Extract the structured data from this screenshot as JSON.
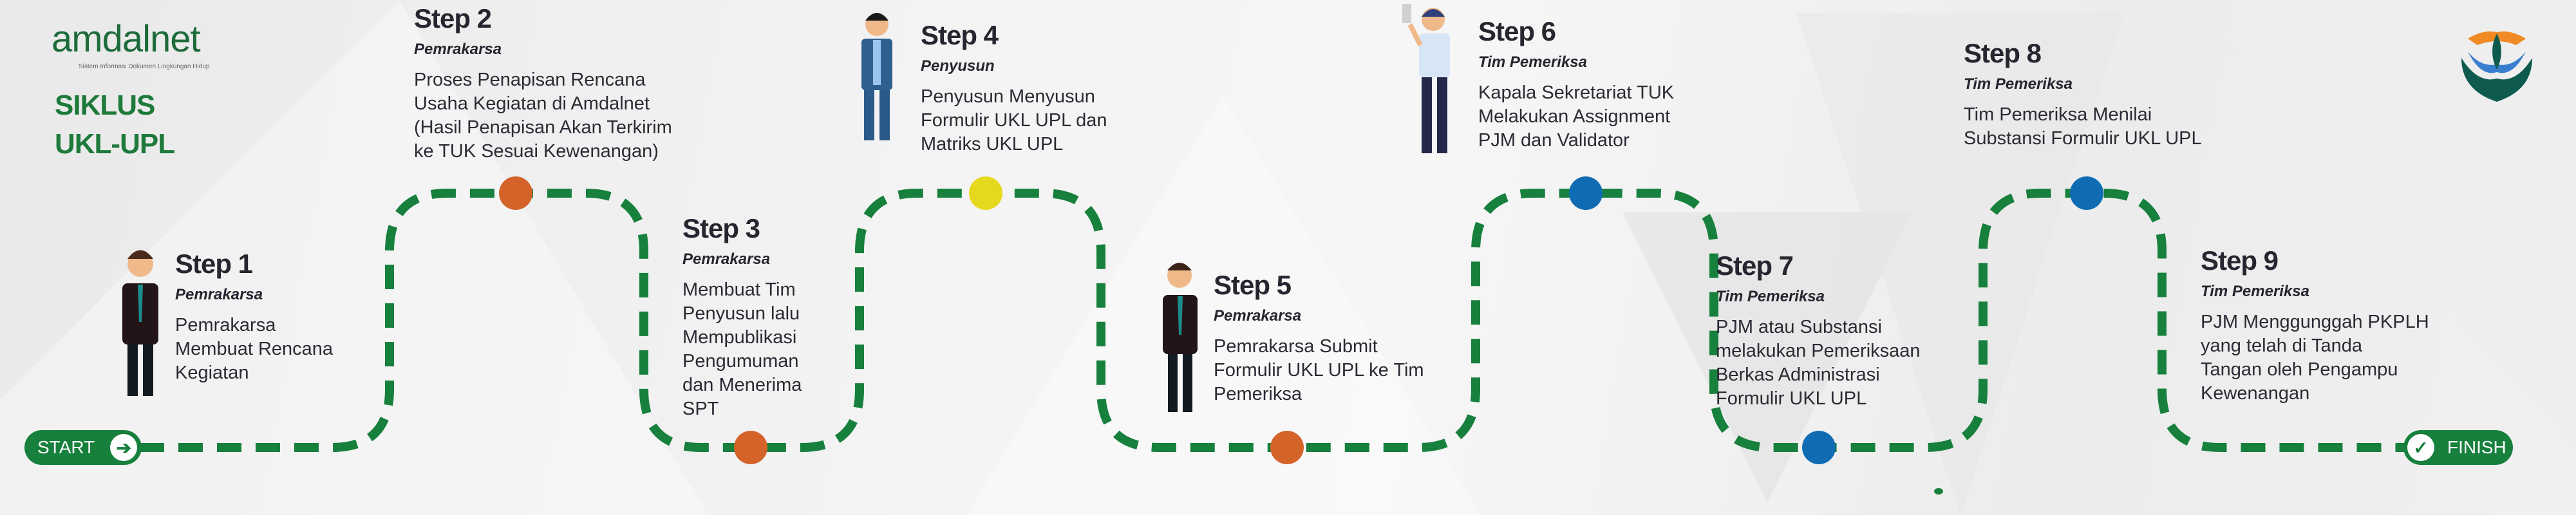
{
  "header": {
    "logo_text": "amdalnet",
    "logo_tagline": "Sistem Informasi Dokumen Lingkungan Hidup",
    "title_line1": "SIKLUS",
    "title_line2": "UKL-UPL"
  },
  "start_label": "START",
  "finish_label": "FINISH",
  "colors": {
    "path": "#16803c",
    "orange": "#d4632a",
    "yellow": "#e6d81c",
    "blue": "#0f6cb3"
  },
  "steps": [
    {
      "title": "Step 1",
      "role": "Pemrakarsa",
      "desc": "Pemrakarsa\nMembuat Rencana\nKegiatan"
    },
    {
      "title": "Step 2",
      "role": "Pemrakarsa",
      "desc": "Proses Penapisan Rencana\nUsaha Kegiatan di Amdalnet\n(Hasil Penapisan Akan Terkirim\nke TUK Sesuai Kewenangan)"
    },
    {
      "title": "Step 3",
      "role": "Pemrakarsa",
      "desc": "Membuat Tim\nPenyusun lalu\nMempublikasi\nPengumuman\ndan Menerima\nSPT"
    },
    {
      "title": "Step 4",
      "role": "Penyusun",
      "desc": "Penyusun Menyusun\nFormulir UKL UPL dan\nMatriks UKL UPL"
    },
    {
      "title": "Step 5",
      "role": "Pemrakarsa",
      "desc": "Pemrakarsa Submit\nFormulir UKL UPL ke Tim\nPemeriksa"
    },
    {
      "title": "Step 6",
      "role": "Tim Pemeriksa",
      "desc": "Kapala Sekretariat TUK\nMelakukan Assignment\nPJM dan Validator"
    },
    {
      "title": "Step 7",
      "role": "Tim Pemeriksa",
      "desc": "PJM atau Substansi\nmelakukan Pemeriksaan\nBerkas Administrasi\nFormulir UKL UPL"
    },
    {
      "title": "Step 8",
      "role": "Tim Pemeriksa",
      "desc": "Tim Pemeriksa Menilai\nSubstansi Formulir UKL UPL"
    },
    {
      "title": "Step 9",
      "role": "Tim Pemeriksa",
      "desc": "PJM Menggunggah PKPLH\nyang telah di Tanda\nTangan oleh Pengampu\nKewenangan"
    }
  ]
}
